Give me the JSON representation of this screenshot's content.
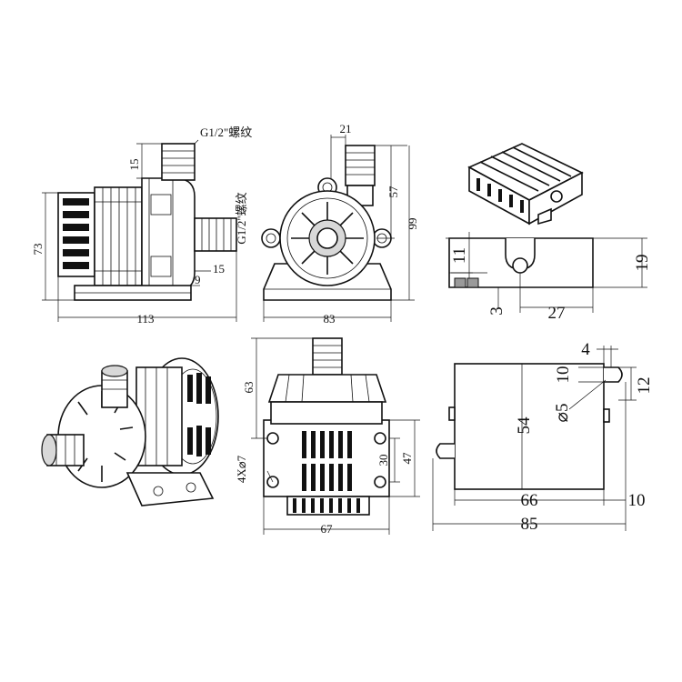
{
  "drawing": {
    "thread_label": "G1/2\"螺纹",
    "side_view": {
      "d_15_top": "15",
      "d_73": "73",
      "d_15_right": "15",
      "d_9": "9",
      "d_113": "113"
    },
    "front_view": {
      "d_21": "21",
      "d_57": "57",
      "d_99": "99",
      "d_83": "83"
    },
    "bottom_view": {
      "d_63": "63",
      "d_4x7": "4X⌀7",
      "d_30": "30",
      "d_47": "47",
      "d_67": "67"
    },
    "controller_side": {
      "d_11": "11",
      "d_19": "19",
      "d_3": "3",
      "d_27": "27"
    },
    "controller_top": {
      "d_4": "4",
      "d_10_slot": "10",
      "d_12": "12",
      "d_5": "⌀5",
      "d_54": "54",
      "d_66": "66",
      "d_10_ear": "10",
      "d_85": "85"
    }
  }
}
